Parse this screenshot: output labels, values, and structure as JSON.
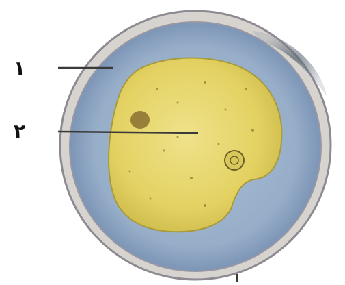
{
  "labels": [
    {
      "id": "1",
      "text": "١",
      "target": "outer-layer"
    },
    {
      "id": "2",
      "text": "٢",
      "target": "inner-content"
    }
  ],
  "colors": {
    "outer_rim": "#8d8a92",
    "outer_layer": "#97aec9",
    "outer_layer_dark": "#7c93b5",
    "inner_body": "#e6d66a",
    "inner_body_edge": "#a89a3b",
    "spot": "#8a7030",
    "pointer_line": "#3a3a3a",
    "background": "#ffffff"
  }
}
